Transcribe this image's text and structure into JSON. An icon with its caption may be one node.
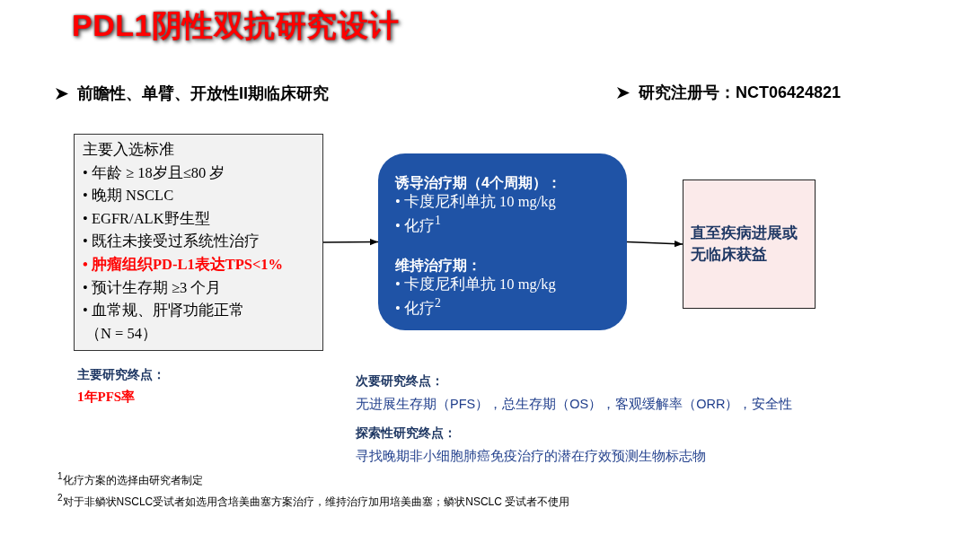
{
  "diagram": {
    "title": "PDL1阴性双抗研究设计",
    "nodes": [
      {
        "text": [
          "主要入选标准",
          "• 年龄 ≥ 18岁且≤80 岁",
          "• 晚期 NSCLC",
          "• EGFR/ALK野生型",
          "• 既往未接受过系统性治疗",
          "• 肿瘤组织PD-L1表达TPS<1%",
          "• 预计生存期 ≥3 个月",
          "• 血常规、肝肾功能正常",
          "（N = 54）"
        ]
      },
      {
        "text": [
          "诱导治疗期（4个周期）：",
          "• 卡度尼利单抗 10 mg/kg",
          "• 化疗$^{1}$",
          "维持治疗期：",
          "• 卡度尼利单抗 10 mg/kg",
          "• 化疗$^{2}$"
        ]
      },
      {
        "text": [
          "直至疾病进展或无临床获益"
        ]
      }
    ],
    "edges": [
      {
        "from": 0,
        "to": 1,
        "arrow": "to"
      },
      {
        "from": 1,
        "to": 2,
        "arrow": "to"
      }
    ],
    "labels": [
      "前瞻性、单臂、开放性II期临床研究",
      "研究注册号：NCT06424821",
      "主要研究终点：",
      "1年PFS率",
      "次要研究终点：",
      "无进展生存期（PFS），总生存期（OS），客观缓解率（ORR），安全性",
      "探索性研究终点：",
      "寻找晚期非小细胞肺癌免疫治疗的潜在疗效预测生物标志物",
      "$^{1}$化疗方案的选择由研究者制定",
      "$^{2}$对于非鳞状NSCLC受试者如选用含培美曲塞方案治疗，维持治疗加用培美曲塞；鳞状NSCLC 受试者不使用"
    ]
  }
}
